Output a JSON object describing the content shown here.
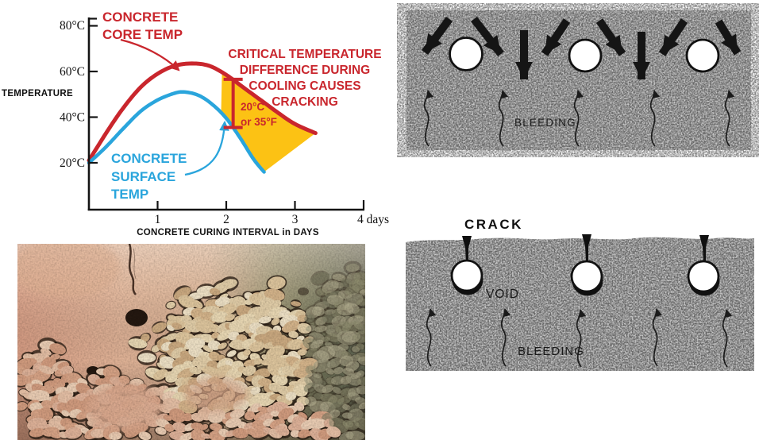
{
  "colors": {
    "red": "#c9262d",
    "blue": "#2aa5dc",
    "yellow": "#fcc214",
    "diagram_gray": "#c8c8c8",
    "ink": "#141414"
  },
  "chart": {
    "y_axis_label": "TEMPERATURE",
    "x_axis_label": "CONCRETE CURING INTERVAL in DAYS",
    "y_ticks": [
      "80°C",
      "60°C",
      "40°C",
      "20°C"
    ],
    "x_ticks": [
      "1",
      "2",
      "3"
    ],
    "x_end_label": "4 days",
    "core_label": [
      "CONCRETE",
      "CORE TEMP"
    ],
    "surface_label": [
      "CONCRETE",
      "SURFACE",
      "TEMP"
    ],
    "critical_note": [
      "CRITICAL TEMPERATURE",
      "DIFFERENCE DURING",
      "COOLING CAUSES",
      "CRACKING"
    ],
    "diff_label": [
      "20°C",
      "or 35°F"
    ]
  },
  "chart_data": {
    "type": "line",
    "xlabel": "CONCRETE CURING INTERVAL in DAYS",
    "ylabel": "TEMPERATURE",
    "x_unit": "days",
    "y_unit": "°C",
    "xlim": [
      0,
      4
    ],
    "ylim": [
      0,
      85
    ],
    "grid": false,
    "series": [
      {
        "name": "CONCRETE CORE TEMP",
        "color": "#c9262d",
        "x": [
          0,
          0.25,
          0.5,
          0.75,
          1,
          1.25,
          1.5,
          1.75,
          2,
          2.25,
          2.5,
          2.75,
          3,
          3.3
        ],
        "y": [
          21,
          33,
          44,
          53,
          59,
          62.5,
          63.5,
          62.5,
          58.5,
          53,
          47.5,
          42,
          37,
          33
        ]
      },
      {
        "name": "CONCRETE SURFACE TEMP",
        "color": "#2aa5dc",
        "x": [
          0,
          0.25,
          0.5,
          0.75,
          1,
          1.25,
          1.4,
          1.6,
          1.8,
          2,
          2.2,
          2.4,
          2.55
        ],
        "y": [
          20,
          27,
          35,
          42.5,
          47.5,
          50.5,
          51,
          49.5,
          45.5,
          39.5,
          31,
          21.5,
          16
        ]
      }
    ],
    "shaded_region": {
      "color": "#fcc214",
      "from_day": 1.92,
      "note": "area between core and surface curves during cooling"
    },
    "annotation": {
      "text": "CRITICAL TEMPERATURE DIFFERENCE DURING COOLING CAUSES CRACKING",
      "diff": "20°C or 35°F",
      "at_day": 2.1
    }
  },
  "bleeding_diagram": {
    "label_bleeding": "BLEEDING",
    "rebar_count": 3,
    "settlement_arrows": 8,
    "bleed_arrows": 5
  },
  "crack_diagram": {
    "label_crack": "CRACK",
    "label_void": "VOID",
    "label_bleeding": "BLEEDING",
    "rebar_count": 3,
    "bleed_arrows": 5
  }
}
